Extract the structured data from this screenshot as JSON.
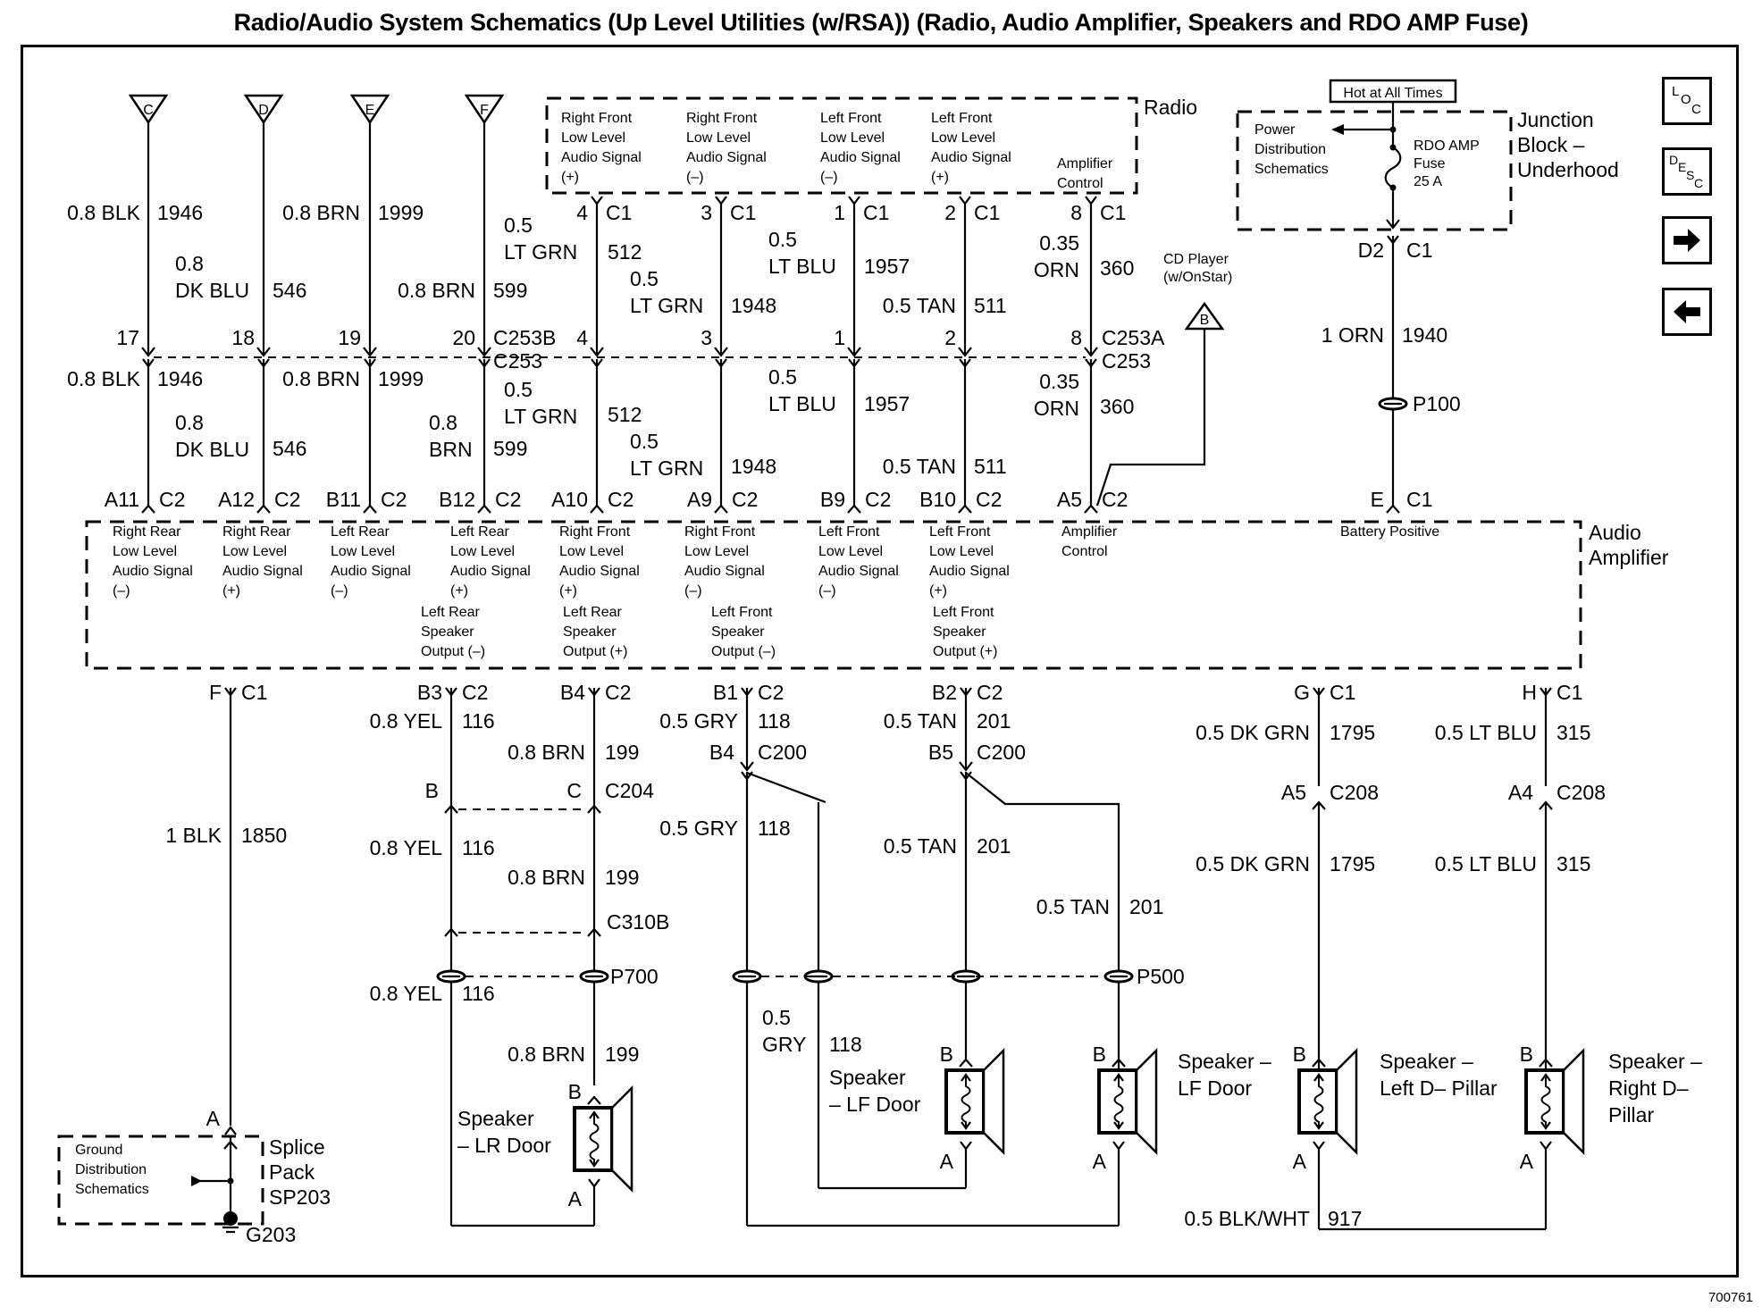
{
  "title": "Radio/Audio System Schematics (Up Level Utilities (w/RSA)) (Radio, Audio Amplifier, Speakers and RDO AMP Fuse)",
  "document_number": "700761",
  "nav_buttons": [
    {
      "name": "loc",
      "label": "LOC",
      "icon": "loc-icon"
    },
    {
      "name": "desc",
      "label": "DESC",
      "icon": "desc-icon"
    },
    {
      "name": "next",
      "label": "",
      "icon": "arrow-right-icon"
    },
    {
      "name": "prev",
      "label": "",
      "icon": "arrow-left-icon"
    }
  ],
  "components": {
    "radio": "Radio",
    "amplifier": [
      "Audio",
      "Amplifier"
    ],
    "junction_block": [
      "Junction",
      "Block –",
      "Underhood"
    ],
    "hot_label": "Hot at All Times",
    "power_dist": [
      "Power",
      "Distribution",
      "Schematics"
    ],
    "fuse": [
      "RDO AMP",
      "Fuse",
      "25 A"
    ],
    "cd_player": [
      "CD Player",
      "(w/OnStar)"
    ],
    "cd_ref": "B",
    "splice_pack": [
      "Splice",
      "Pack",
      "SP203"
    ],
    "ground_dist": [
      "Ground",
      "Distribution",
      "Schematics"
    ],
    "ground": "G203"
  },
  "offpage_refs": [
    "C",
    "D",
    "E",
    "F"
  ],
  "radio_pins": [
    {
      "desc": [
        "Right Front",
        "Low Level",
        "Audio Signal",
        "(+)"
      ],
      "pin": "4",
      "conn": "C1"
    },
    {
      "desc": [
        "Right Front",
        "Low Level",
        "Audio Signal",
        "(–)"
      ],
      "pin": "3",
      "conn": "C1"
    },
    {
      "desc": [
        "Left Front",
        "Low Level",
        "Audio Signal",
        "(–)"
      ],
      "pin": "1",
      "conn": "C1"
    },
    {
      "desc": [
        "Left Front",
        "Low Level",
        "Audio Signal",
        "(+)"
      ],
      "pin": "2",
      "conn": "C1"
    },
    {
      "desc": [
        "Amplifier",
        "Control"
      ],
      "pin": "8",
      "conn": "C1"
    }
  ],
  "upper_wires": [
    {
      "gauge": "0.8 BLK",
      "circuit": "1946",
      "inline_pin": "17",
      "amp_pin": "A11",
      "amp_conn": "C2"
    },
    {
      "gauge": [
        "0.8",
        "DK BLU"
      ],
      "circuit": "546",
      "inline_pin": "18",
      "amp_pin": "A12",
      "amp_conn": "C2"
    },
    {
      "gauge": "0.8 BRN",
      "circuit": "1999",
      "inline_pin": "19",
      "amp_pin": "B11",
      "amp_conn": "C2"
    },
    {
      "gauge": "0.8 BRN",
      "gauge_lower": [
        "0.8",
        "BRN"
      ],
      "circuit": "599",
      "inline_pin": "20",
      "amp_pin": "B12",
      "amp_conn": "C2"
    },
    {
      "gauge": [
        "0.5",
        "LT GRN"
      ],
      "circuit": "512",
      "inline_pin": "4",
      "amp_pin": "A10",
      "amp_conn": "C2"
    },
    {
      "gauge": [
        "0.5",
        "LT GRN"
      ],
      "circuit": "1948",
      "inline_pin": "3",
      "amp_pin": "A9",
      "amp_conn": "C2"
    },
    {
      "gauge": [
        "0.5",
        "LT BLU"
      ],
      "circuit": "1957",
      "inline_pin": "1",
      "amp_pin": "B9",
      "amp_conn": "C2"
    },
    {
      "gauge": "0.5 TAN",
      "circuit": "511",
      "inline_pin": "2",
      "amp_pin": "B10",
      "amp_conn": "C2"
    },
    {
      "gauge": [
        "0.35",
        "ORN"
      ],
      "circuit": "360",
      "inline_pin": "8",
      "amp_pin": "A5",
      "amp_conn": "C2"
    }
  ],
  "inline_connector": {
    "top": "C253B",
    "top_a": "C253A",
    "bottom": "C253"
  },
  "power_wire": {
    "pin_top": "D2",
    "conn_top": "C1",
    "gauge": "1 ORN",
    "circuit": "1940",
    "splice": "P100",
    "pin_bottom": "E",
    "conn_bottom": "C1"
  },
  "amp_inputs": [
    [
      "Right Rear",
      "Low Level",
      "Audio Signal",
      "(–)"
    ],
    [
      "Right Rear",
      "Low Level",
      "Audio Signal",
      "(+)"
    ],
    [
      "Left Rear",
      "Low Level",
      "Audio Signal",
      "(–)"
    ],
    [
      "Left Rear",
      "Low Level",
      "Audio Signal",
      "(+)"
    ],
    [
      "Right Front",
      "Low Level",
      "Audio Signal",
      "(+)"
    ],
    [
      "Right Front",
      "Low Level",
      "Audio Signal",
      "(–)"
    ],
    [
      "Left Front",
      "Low Level",
      "Audio Signal",
      "(–)"
    ],
    [
      "Left Front",
      "Low Level",
      "Audio Signal",
      "(+)"
    ],
    [
      "Amplifier",
      "Control"
    ],
    [
      "Battery Positive"
    ]
  ],
  "amp_outputs": [
    [
      "Left Rear",
      "Speaker",
      "Output (–)"
    ],
    [
      "Left Rear",
      "Speaker",
      "Output (+)"
    ],
    [
      "Left Front",
      "Speaker",
      "Output (–)"
    ],
    [
      "Left Front",
      "Speaker",
      "Output (+)"
    ]
  ],
  "lower_wires": {
    "ground": {
      "pin": "F",
      "conn": "C1",
      "gauge": "1 BLK",
      "circuit": "1850",
      "splice_pin": "A"
    },
    "lr_neg": {
      "pin": "B3",
      "conn": "C2",
      "gauge": "0.8 YEL",
      "circuit": "116",
      "c204_pin": "B"
    },
    "lr_pos": {
      "pin": "B4",
      "conn": "C2",
      "gauge": "0.8 BRN",
      "circuit": "199",
      "c204_pin": "C",
      "c204": "C204",
      "c310": "C310B",
      "splice": "P700"
    },
    "lf_neg": {
      "pin": "B1",
      "conn": "C2",
      "gauge": "0.5 GRY",
      "circuit": "118",
      "c200_pin": "B4",
      "c200": "C200",
      "gauge_lower": [
        "0.5",
        "GRY"
      ]
    },
    "lf_pos": {
      "pin": "B2",
      "conn": "C2",
      "gauge": "0.5 TAN",
      "circuit": "201",
      "c200_pin": "B5",
      "c200": "C200",
      "splice": "P500"
    },
    "ldp": {
      "pin": "G",
      "conn": "C1",
      "gauge": "0.5 DK GRN",
      "circuit": "1795",
      "c208_pin": "A5",
      "c208": "C208"
    },
    "rdp": {
      "pin": "H",
      "conn": "C1",
      "gauge": "0.5 LT BLU",
      "circuit": "315",
      "c208_pin": "A4",
      "c208": "C208"
    },
    "dpillar_return": {
      "gauge": "0.5 BLK/WHT",
      "circuit": "917"
    }
  },
  "speakers": [
    {
      "name": [
        "Speaker",
        "– LR Door"
      ],
      "pin_b": "B",
      "pin_a": "A"
    },
    {
      "name": [
        "Speaker",
        "– LF Door"
      ],
      "pin_b": "B",
      "pin_a": "A"
    },
    {
      "name": [
        "Speaker –",
        "LF Door"
      ],
      "pin_b": "B",
      "pin_a": "A"
    },
    {
      "name": [
        "Speaker –",
        "Left D– Pillar"
      ],
      "pin_b": "B",
      "pin_a": "A"
    },
    {
      "name": [
        "Speaker –",
        "Right D–",
        "Pillar"
      ],
      "pin_b": "B",
      "pin_a": "A"
    }
  ]
}
